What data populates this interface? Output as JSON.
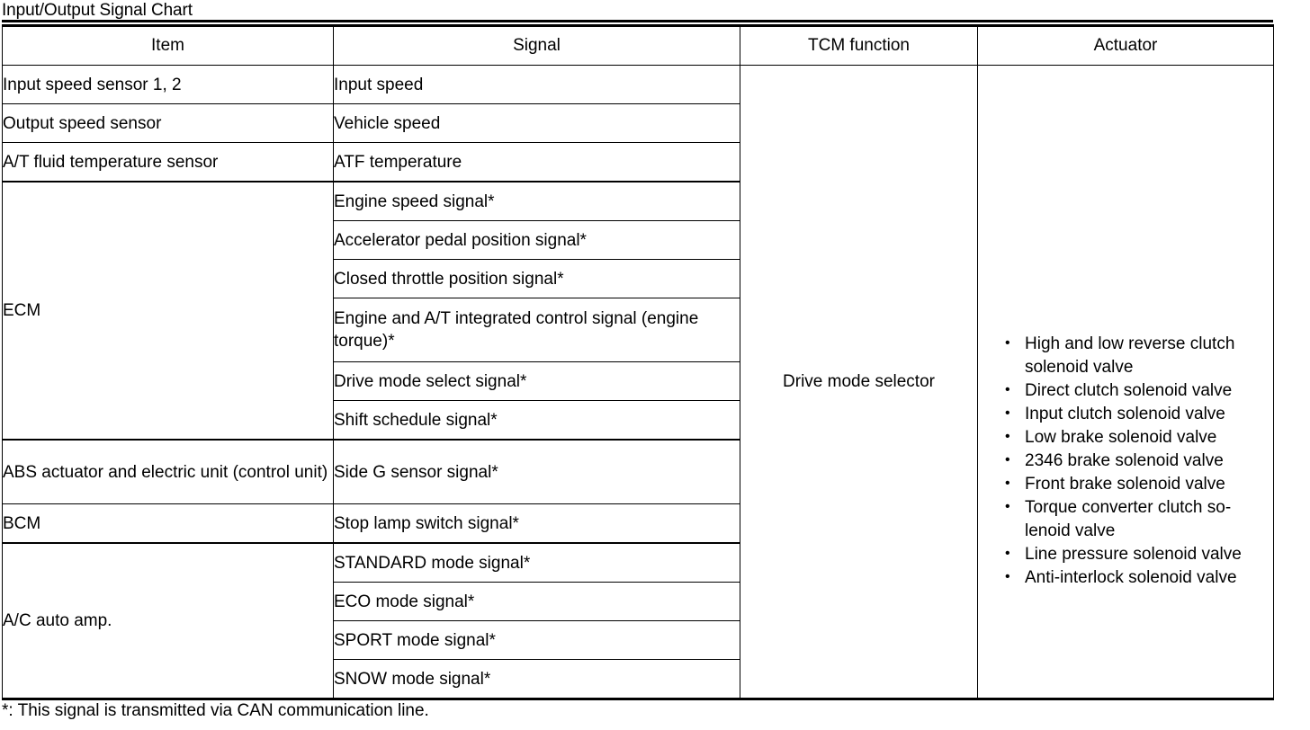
{
  "document": {
    "title": "Input/Output Signal Chart",
    "footnote": "*: This signal is transmitted via CAN communication line."
  },
  "table": {
    "headers": {
      "item": "Item",
      "signal": "Signal",
      "tcm_function": "TCM function",
      "actuator": "Actuator"
    },
    "items": {
      "input_speed_sensor": "Input speed sensor 1, 2",
      "output_speed_sensor": "Output speed sensor",
      "at_fluid_temp_sensor": "A/T fluid temperature sensor",
      "ecm": "ECM",
      "abs_actuator": "ABS actuator and electric unit (control unit)",
      "bcm": "BCM",
      "ac_auto_amp": "A/C auto amp."
    },
    "signals": {
      "input_speed": "Input speed",
      "vehicle_speed": "Vehicle speed",
      "atf_temperature": "ATF temperature",
      "engine_speed": "Engine speed signal*",
      "accel_pedal_position": "Accelerator pedal position signal*",
      "closed_throttle_position": "Closed throttle position signal*",
      "engine_at_integrated": "Engine and A/T integrated control signal (engine torque)*",
      "drive_mode_select": "Drive mode select signal*",
      "shift_schedule": "Shift schedule signal*",
      "side_g_sensor": "Side G sensor signal*",
      "stop_lamp_switch": "Stop lamp switch signal*",
      "standard_mode": "STANDARD mode signal*",
      "eco_mode": "ECO mode signal*",
      "sport_mode": "SPORT mode signal*",
      "snow_mode": "SNOW mode signal*"
    },
    "tcm_function": {
      "value": "Drive mode selector"
    },
    "actuator": {
      "bullets": [
        "High and low reverse clutch solenoid valve",
        "Direct clutch solenoid valve",
        "Input clutch solenoid valve",
        "Low brake solenoid valve",
        "2346 brake solenoid valve",
        "Front brake solenoid valve",
        "Torque converter clutch so-lenoid valve",
        "Line pressure solenoid valve",
        "Anti-interlock solenoid valve"
      ]
    }
  },
  "colors": {
    "text": "#000000",
    "background": "#ffffff",
    "rule": "#000000"
  }
}
